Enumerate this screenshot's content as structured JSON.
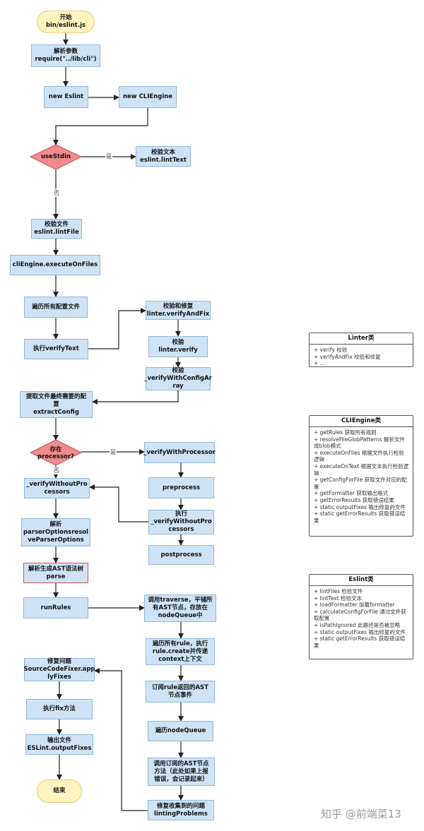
{
  "nodes": {
    "start": "开始\nbin/eslint.js",
    "parse_args": "解析参数\nrequire(\"../lib/cli\")",
    "new_eslint": "new Eslint",
    "new_cliengine": "new CLIEngine",
    "use_stdin": "useStdin",
    "lint_text": "校验文本\neslint.lintText",
    "lint_file": "校验文件\neslint.lintFile",
    "execute_on_files": "cliEngine.executeOnFiles",
    "traverse_configs": "遍历所有配置文件",
    "verify_text": "执行verifyText",
    "verify_and_fix": "校验和修复\nlinter.verifyAndFix",
    "linter_verify": "校验\nlinter.verify",
    "verify_with_config_array": "校验\n_verifyWithConfigAr\nray",
    "extract_config": "提取文件最终需要的配\n置\nextractConfig",
    "has_processor": "存在\nprocessor?",
    "verify_with_processor": "_verifyWithProcessor",
    "verify_without_processors": "_verifyWithoutPro\ncessors",
    "preprocess": "preprocess",
    "exec_verify_without": "执行\n_verifyWithoutPro\ncessors",
    "parse_options": "解析\nparserOptionsresol\nveParserOptions",
    "postprocess": "postprocess",
    "parse_ast": "解析生成AST语法树\nparse",
    "run_rules": "runRules",
    "traverse_ast": "调用traverse，平铺所\n有AST节点，存放在\nnodeQueue中",
    "traverse_rules": "遍历所有rule，执行\nrule.create并传递\ncontext上下文",
    "fix_problems": "修复问题\nSourceCodeFixer.app\nlyFixes",
    "subscribe_ast": "订阅rule返回的AST\n节点事件",
    "exec_fix": "执行fix方法",
    "traverse_queue": "遍历nodeQueue",
    "output_files": "输出文件\nESLint.outputFixes",
    "call_ast_methods": "调用订阅的AST节点\n方法（此处如果上报\n错误，会记录起来）",
    "end": "结束",
    "fix_linting": "修复收集到的问题\nlintingProblems"
  },
  "edge_labels": {
    "yes1": "是",
    "no1": "否",
    "yes2": "是",
    "no2": "否"
  },
  "classes": [
    {
      "title": "Linter类",
      "items": [
        "+ verify 校验",
        "+ verifyAndFix 校验和修复",
        "+ ..."
      ]
    },
    {
      "title": "CLIEngine类",
      "items": [
        "+ getRules 获取所有规则",
        "+ resolveFileGlobPatterns 解析文件成blob模式",
        "+ executeOnFiles 根据文件执行检验逻辑",
        "+ executeOnText 根据文本执行检验逻辑",
        "+ getConfigForFile 获取文件对应的配置",
        "+ getFormatter 获取输出格式",
        "+ getErrorResults 获取错误结果",
        "+ static outputFixes 输出修复的文件",
        "+ static getErrorResults 获取错误结果"
      ]
    },
    {
      "title": "Eslint类",
      "items": [
        "+ lintFiles 检验文件",
        "+ lintText 检验文本",
        "+ loadFormatter 加载formatter",
        "+ calculateConfigForFile 通过文件获取配置",
        "+ isPathIgnored 此路径是否被忽略",
        "+ static outputFixes 输出修复的文件",
        "+ static getErrorResults 获取错误结果"
      ]
    }
  ],
  "watermark": "知乎 @前端菜13",
  "colors": {
    "process_fill": "#cfe3f6",
    "terminal_fill": "#fff3bf",
    "decision_fill": "#f28b8b",
    "highlight_border": "#d9534f",
    "arrow": "#222222"
  }
}
